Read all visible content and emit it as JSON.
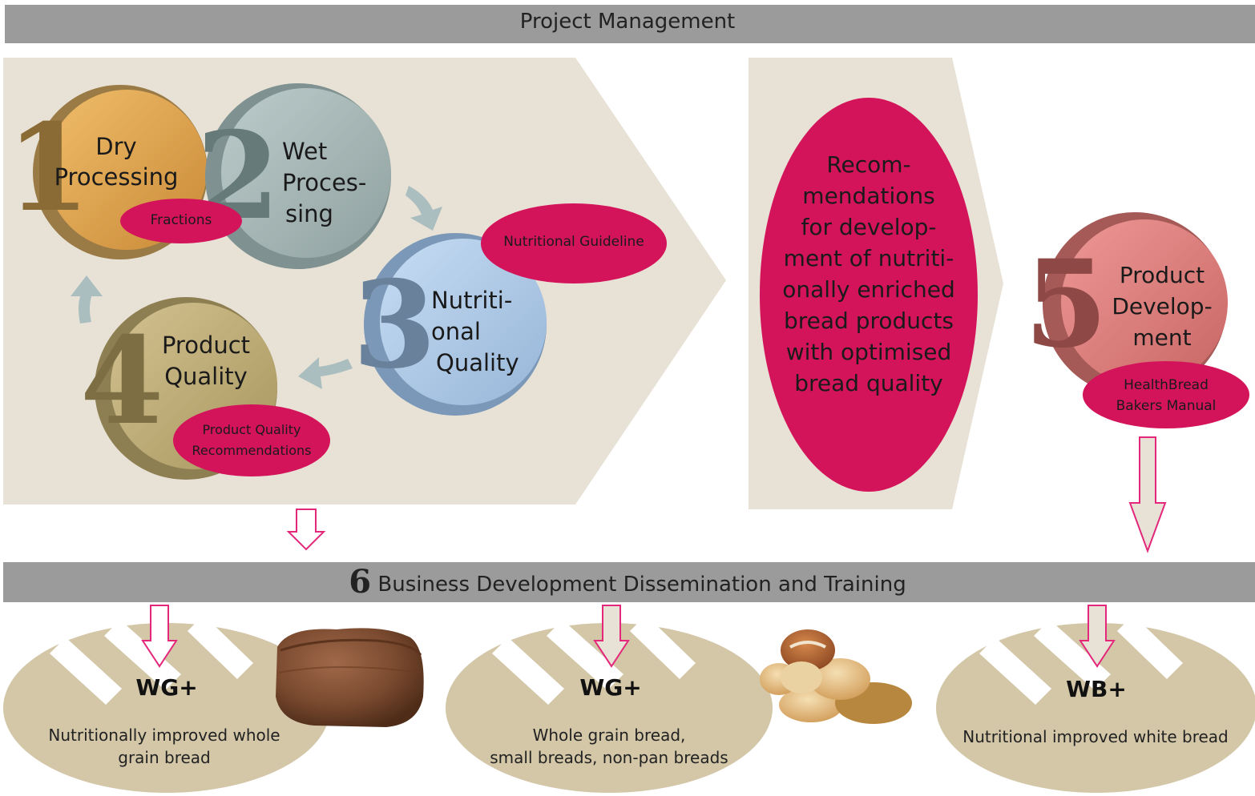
{
  "top_bar": {
    "title": "Project Management"
  },
  "workpackages": [
    {
      "number": "1",
      "title_lines": [
        "Dry",
        "Processing"
      ],
      "output": "Fractions"
    },
    {
      "number": "2",
      "title_lines": [
        "Wet",
        "Proces-",
        "sing"
      ]
    },
    {
      "number": "3",
      "title_lines": [
        "Nutriti-",
        "onal",
        "Quality"
      ],
      "output": "Nutritional Guideline"
    },
    {
      "number": "4",
      "title_lines": [
        "Product",
        "Quality"
      ],
      "output_lines": [
        "Product Quality",
        "Recommendations"
      ]
    },
    {
      "number": "5",
      "title_lines": [
        "Product",
        "Develop-",
        "ment"
      ],
      "output_lines": [
        "HealthBread",
        "Bakers Manual"
      ]
    }
  ],
  "recommendation_lines": [
    "Recom-",
    "mendations",
    "for develop-",
    "ment of nutriti-",
    "onally enriched",
    "bread products",
    "with optimised",
    "bread quality"
  ],
  "bottom_bar": {
    "number": "6",
    "title": "Business Development Dissemination and Training"
  },
  "outcomes": [
    {
      "title": "WG+",
      "desc_lines": [
        "Nutritionally improved whole",
        "grain bread"
      ]
    },
    {
      "title": "WG+",
      "desc_lines": [
        "Whole grain bread,",
        "small breads, non-pan breads"
      ]
    },
    {
      "title": "WB+",
      "desc_lines": [
        "Nutritional improved white bread"
      ]
    }
  ],
  "colors": {
    "bar": "#9b9b9b",
    "panel": "#e8e2d6",
    "accent_pink": "#d4145a",
    "wp1": "#e5ab54",
    "wp2": "#a9b9b8",
    "wp3": "#b1cdea",
    "wp4": "#c2b07c",
    "wp5": "#e47f7d",
    "outcome_disc": "#d3c7a8",
    "arrow_cycle": "#aabec0"
  }
}
